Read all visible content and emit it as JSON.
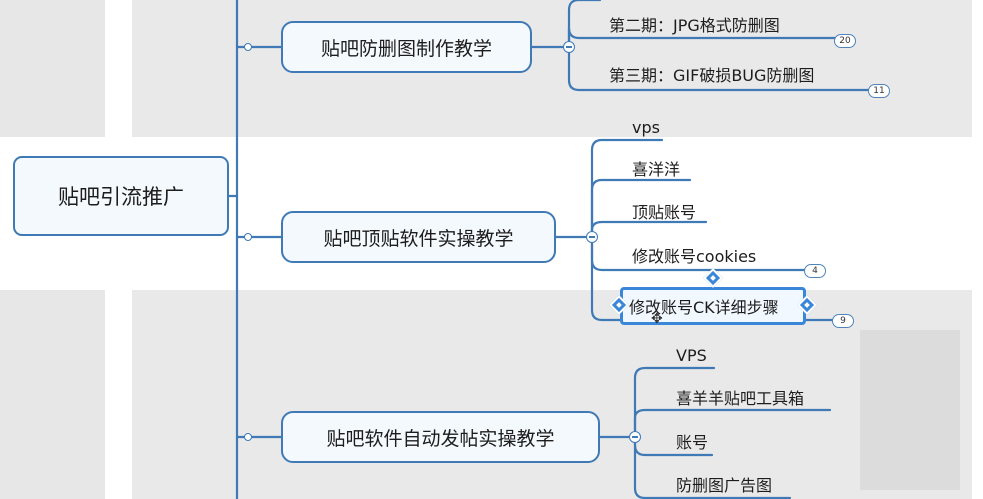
{
  "colors": {
    "line": "#3f7ab6",
    "selection": "#3a86d8",
    "node_fill": "#f4f9fd",
    "bg_gray": "#e6e6e6"
  },
  "root": {
    "label": "贴吧引流推广"
  },
  "branches": [
    {
      "label": "贴吧防删图制作教学",
      "children": [
        {
          "label": "第二期：JPG格式防删图",
          "badge": "20"
        },
        {
          "label": "第三期：GIF破损BUG防删图",
          "badge": "11"
        }
      ]
    },
    {
      "label": "贴吧顶贴软件实操教学",
      "children": [
        {
          "label": "vps"
        },
        {
          "label": "喜洋洋"
        },
        {
          "label": "顶贴账号"
        },
        {
          "label": "修改账号cookies",
          "badge": "4"
        },
        {
          "label": "修改账号CK详细步骤",
          "badge": "9",
          "selected": true
        }
      ]
    },
    {
      "label": "贴吧软件自动发帖实操教学",
      "children": [
        {
          "label": "VPS"
        },
        {
          "label": "喜羊羊贴吧工具箱"
        },
        {
          "label": "账号"
        },
        {
          "label": "防删图广告图"
        }
      ]
    }
  ],
  "icons": {
    "collapse": "minus-circle-icon",
    "connector": "hollow-dot-icon",
    "handle": "resize-handle-icon",
    "cursor": "move-cursor-icon"
  }
}
